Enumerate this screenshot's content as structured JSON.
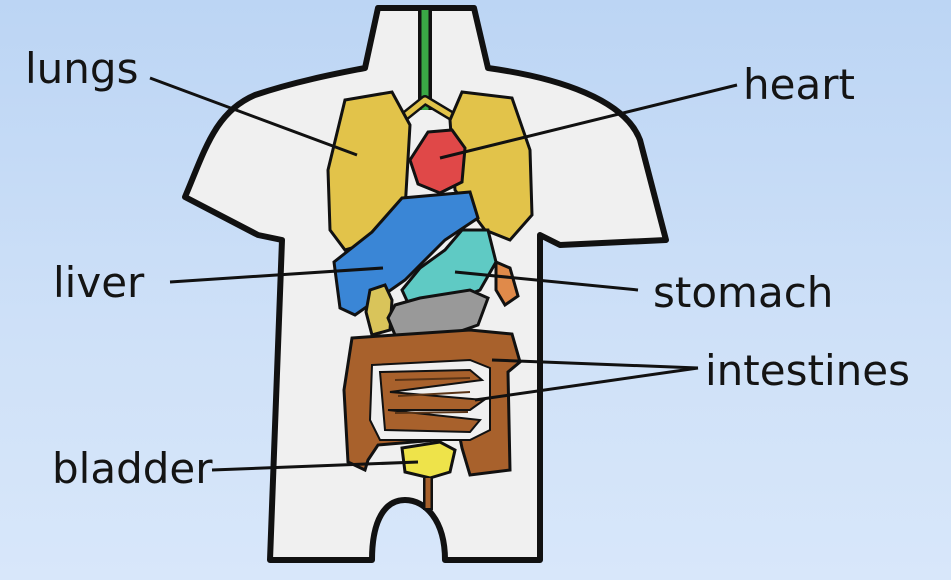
{
  "labels": {
    "lungs": "lungs",
    "heart": "heart",
    "liver": "liver",
    "stomach": "stomach",
    "intestines": "intestines",
    "bladder": "bladder"
  },
  "colors": {
    "background": "#c4dbf6",
    "body": "#f0f0f0",
    "lungs": "#e2c34a",
    "heart": "#e04848",
    "liver": "#3a86d6",
    "stomach": "#5fcac4",
    "intestines": "#a8612c",
    "bladder": "#eee34a",
    "trachea": "#3aa845",
    "pancreas": "#999999"
  }
}
